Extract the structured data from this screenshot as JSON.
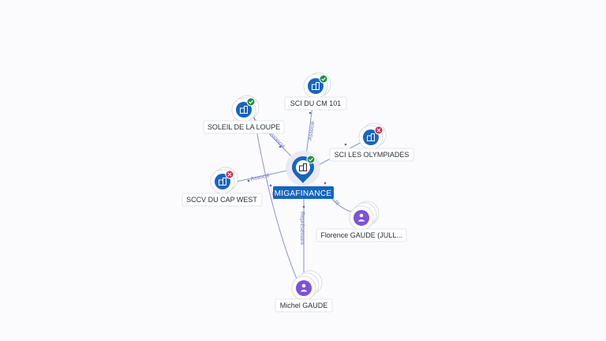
{
  "colors": {
    "company_blue": "#1565c0",
    "person_purple": "#7b52d9",
    "active_green": "#1e8e3e",
    "closed_red": "#d32f4a",
    "edge": "#8a93c9"
  },
  "center": {
    "label": "MIGAFINANCE",
    "icon": "building-icon",
    "status": "active"
  },
  "nodes": [
    {
      "key": "sci-du-cm-101",
      "label": "SCI DU CM 101",
      "type": "company",
      "icon": "building-icon",
      "status": "active"
    },
    {
      "key": "soleil-de-la-loupe",
      "label": "SOLEIL DE LA LOUPE",
      "type": "company",
      "icon": "building-icon",
      "status": "active"
    },
    {
      "key": "sci-les-olympiades",
      "label": "SCI LES OLYMPIADES",
      "type": "company",
      "icon": "building-icon",
      "status": "closed"
    },
    {
      "key": "sccv-du-cap-west",
      "label": "SCCV DU CAP WEST",
      "type": "company",
      "icon": "building-icon",
      "status": "closed"
    },
    {
      "key": "florence-gaude",
      "label": "Florence GAUDE (JULL...",
      "type": "person",
      "icon": "person-icon"
    },
    {
      "key": "michel-gaude",
      "label": "Michel GAUDE",
      "type": "person",
      "icon": "person-icon"
    }
  ],
  "edges": [
    {
      "key": "cm101",
      "label": "Associé"
    },
    {
      "key": "soleil",
      "label": "Associé"
    },
    {
      "key": "olymp",
      "label": ""
    },
    {
      "key": "sccv",
      "label": "Associé"
    },
    {
      "key": "florence",
      "label": "...nt"
    },
    {
      "key": "michel-center",
      "label": "Représentant"
    },
    {
      "key": "michel-soleil",
      "label": "...ant"
    }
  ]
}
